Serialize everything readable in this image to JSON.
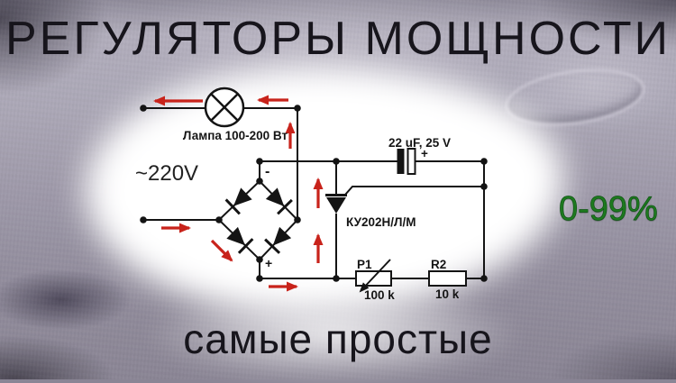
{
  "header": {
    "title": "РЕГУЛЯТОРЫ МОЩНОСТИ"
  },
  "footer": {
    "subtitle": "самые простые"
  },
  "badge": {
    "power_range": "0-99%"
  },
  "colors": {
    "arrow-red": "#c8231b",
    "wire": "#141414",
    "green": "#1e7a1f",
    "text-dark": "#17151c"
  },
  "circuit": {
    "source_voltage": "~220V",
    "lamp_label": "Лампа 100-200 Вт",
    "capacitor_label": "22 uF, 25 V",
    "capacitor_polarity": "+",
    "thyristor_label": "КУ202Н/Л/М",
    "bridge_negative": "-",
    "bridge_positive": "+",
    "potentiometer": {
      "name": "P1",
      "value": "100 k"
    },
    "resistor": {
      "name": "R2",
      "value": "10 k"
    }
  }
}
